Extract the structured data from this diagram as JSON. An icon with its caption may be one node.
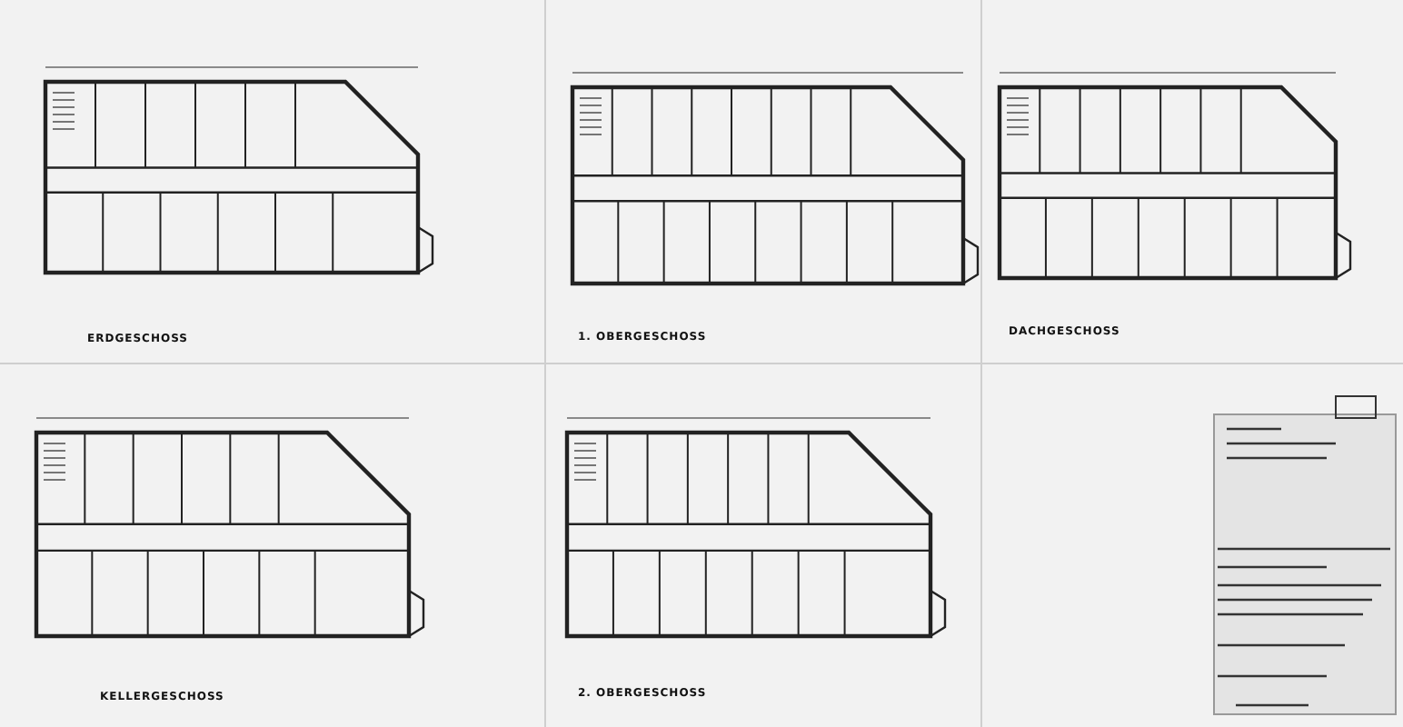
{
  "diagram": {
    "labels": [
      "ERDGESCHOSS",
      "1. OBERGESCHOSS",
      "DACHGESCHOSS",
      "KELLERGESCHOSS",
      "2. OBERGESCHOSS"
    ]
  }
}
